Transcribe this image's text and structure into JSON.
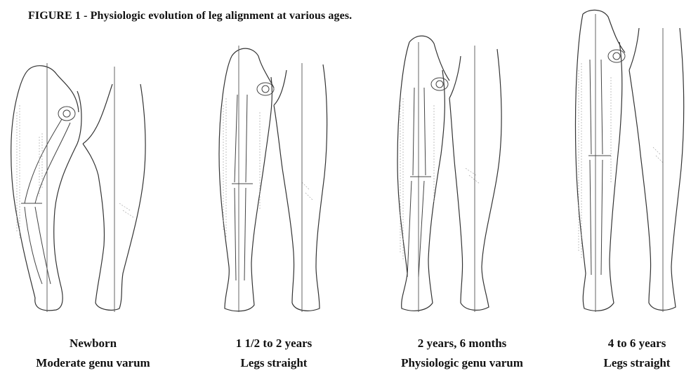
{
  "figure": {
    "title": "FIGURE 1 - Physiologic evolution of leg alignment at various ages."
  },
  "stages": [
    {
      "age": "Newborn",
      "alignment": "Moderate genu varum"
    },
    {
      "age": "1 1/2 to 2 years",
      "alignment": "Legs straight"
    },
    {
      "age": "2 years, 6 months",
      "alignment": "Physiologic genu varum"
    },
    {
      "age": "4 to 6 years",
      "alignment": "Legs straight"
    }
  ]
}
